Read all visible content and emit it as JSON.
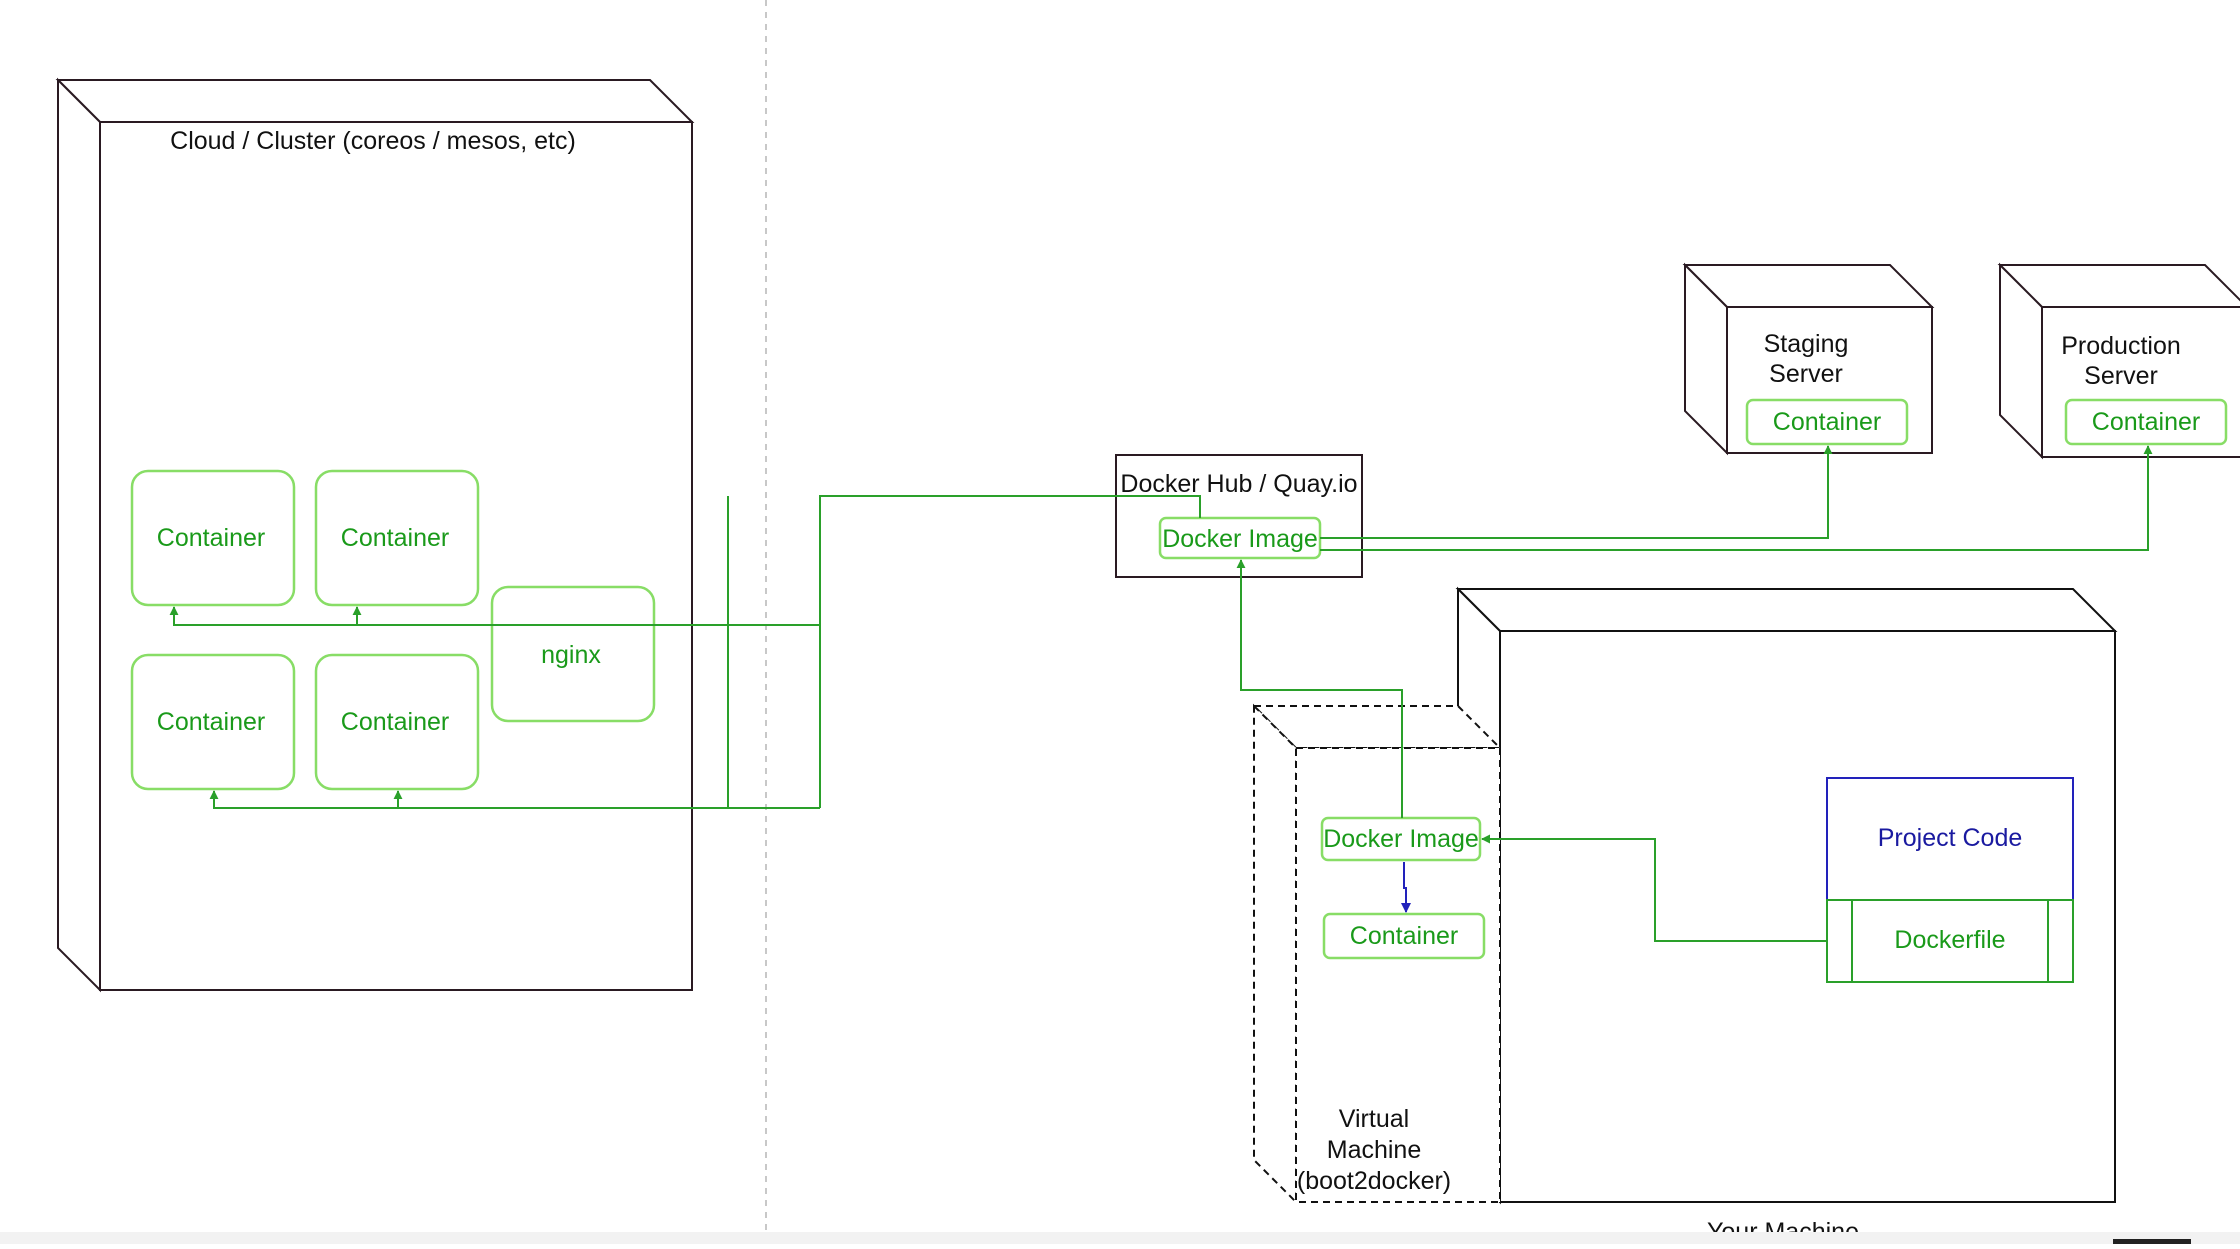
{
  "colors": {
    "edge": "#2a1a22",
    "green_line": "#2aa02a",
    "green_stroke": "#88dd66",
    "green_text": "#1a9a1a",
    "blue": "#2222bb",
    "divider": "#c8c8c8",
    "bottom_bar": "#222222"
  },
  "cloud": {
    "title": "Cloud / Cluster (coreos / mesos, etc)",
    "containers": [
      "Container",
      "Container",
      "Container",
      "Container"
    ],
    "nginx": "nginx"
  },
  "hub": {
    "title": "Docker Hub / Quay.io",
    "image": "Docker Image"
  },
  "staging": {
    "title_line1": "Staging",
    "title_line2": "Server",
    "container": "Container"
  },
  "production": {
    "title_line1": "Production",
    "title_line2": "Server",
    "container": "Container"
  },
  "vm": {
    "line1": "Virtual",
    "line2": "Machine",
    "line3": "(boot2docker)",
    "image": "Docker Image",
    "container": "Container"
  },
  "machine": {
    "label": "Your Machine",
    "project_code": "Project Code",
    "dockerfile": "Dockerfile"
  }
}
